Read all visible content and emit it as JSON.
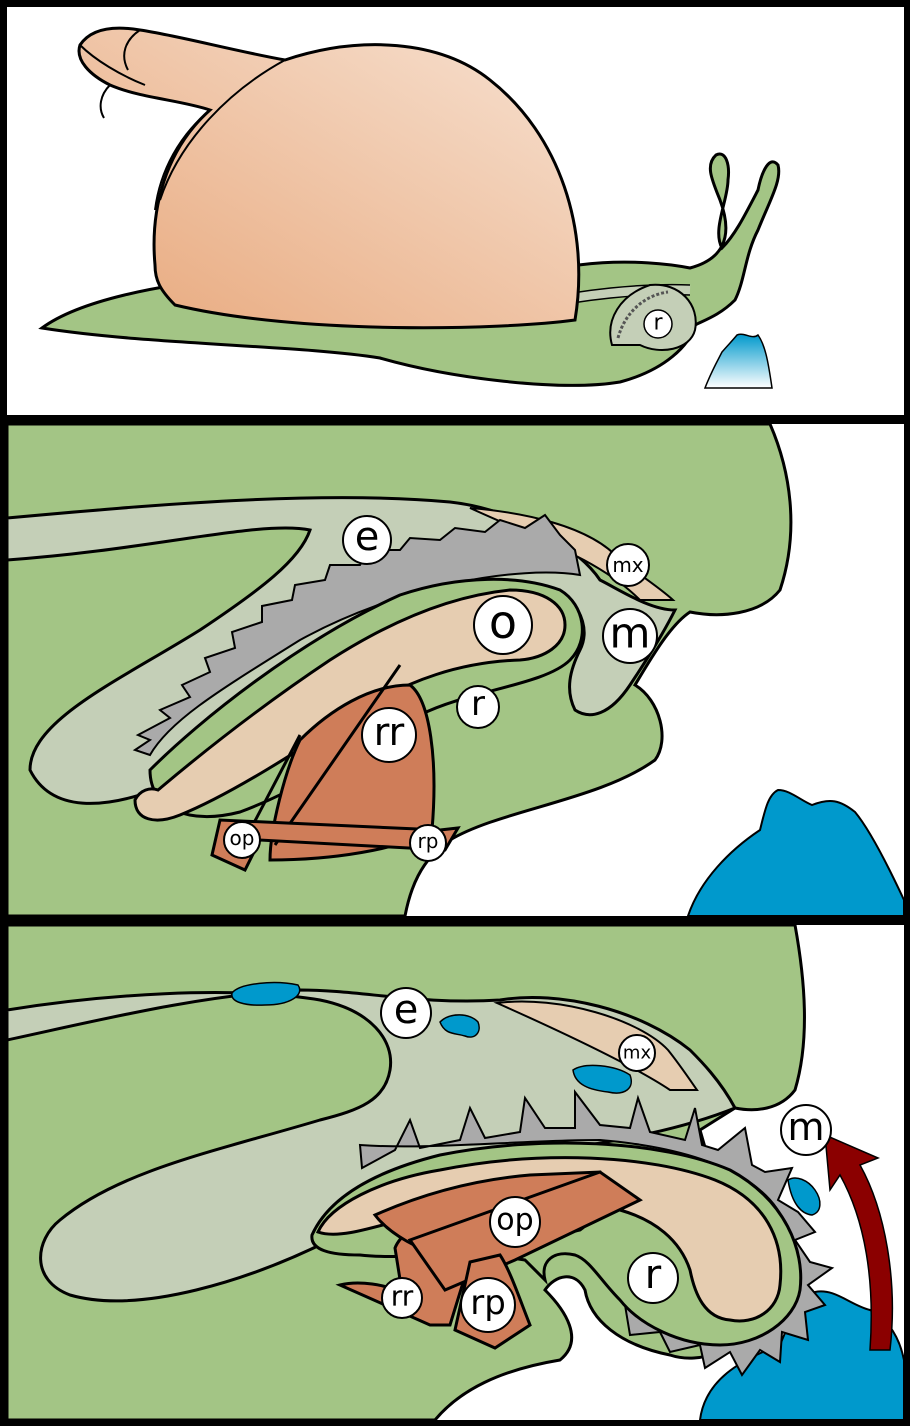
{
  "labels": {
    "top_r": "r",
    "p2_e": "e",
    "p2_mx": "mx",
    "p2_o": "o",
    "p2_m": "m",
    "p2_r": "r",
    "p2_rr": "rr",
    "p2_op": "op",
    "p2_rp": "rp",
    "p3_e": "e",
    "p3_mx": "mx",
    "p3_m": "m",
    "p3_op": "op",
    "p3_r": "r",
    "p3_rr": "rr",
    "p3_rp": "rp"
  },
  "colors": {
    "body": "#a3c585",
    "shell_light": "#f0d3bb",
    "shell_dark": "#e8a87c",
    "esophagus": "#c4cfb7",
    "cartilage": "#e6cdb1",
    "muscle": "#cf7d59",
    "food": "#0099cc",
    "teeth": "#aaaaaa",
    "arrow": "#8b0000"
  }
}
